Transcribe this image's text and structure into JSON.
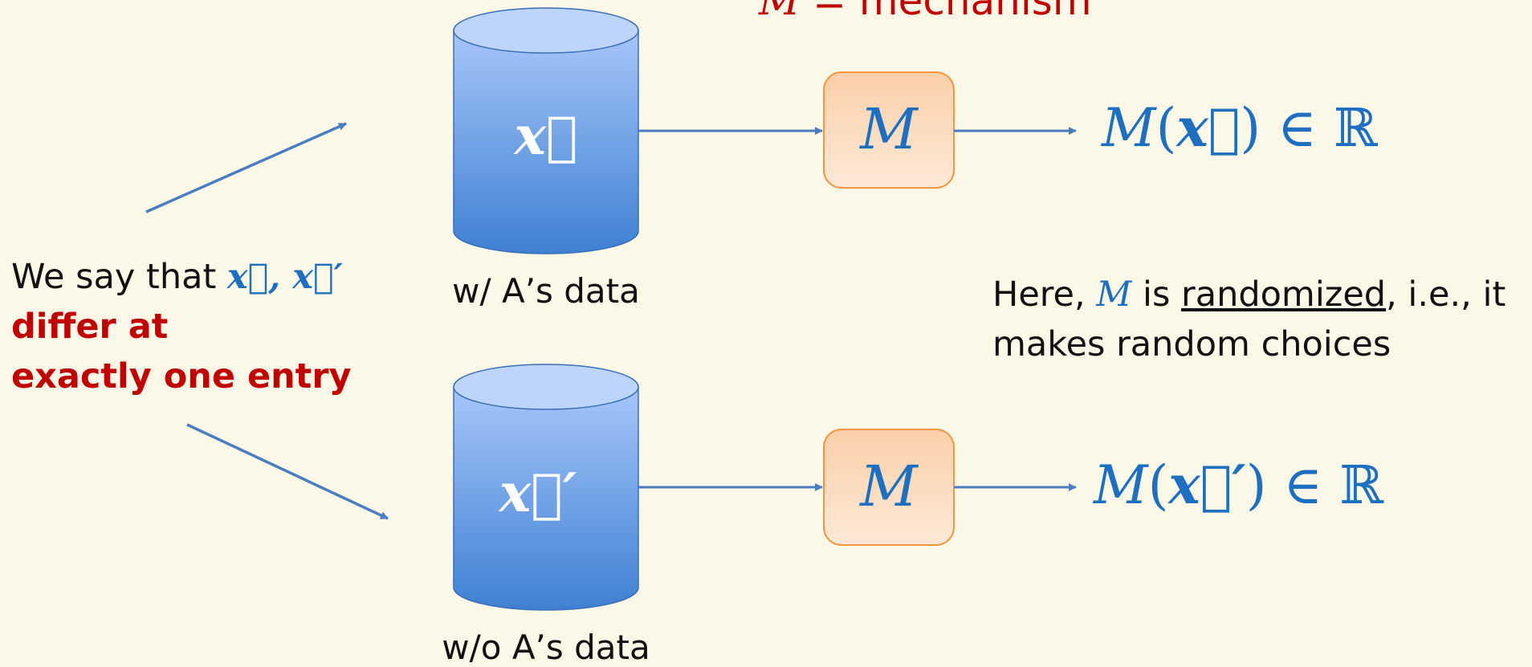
{
  "title": {
    "symbol": "M",
    "text": "= mechanism"
  },
  "databases": [
    {
      "variable": "x⃗",
      "label": "w/ A’s data"
    },
    {
      "variable": "x⃗′",
      "label": "w/o A’s data"
    }
  ],
  "mechanism": {
    "label": "M"
  },
  "outputs": [
    {
      "func": "M",
      "open": "(",
      "arg": "x⃗",
      "close": ")",
      "rest": " ∈ ℝ"
    },
    {
      "func": "M",
      "open": "(",
      "arg": "x⃗′",
      "close": ")",
      "rest": " ∈ ℝ"
    }
  ],
  "left_statement": {
    "prefix": "We say that ",
    "vars": "x⃗, x⃗′",
    "line2": "differ at",
    "line3": "exactly one entry"
  },
  "note": {
    "prefix": "Here, ",
    "symbol": "M",
    "middle": " is ",
    "underlined": "randomized",
    "suffix": ", i.e., it",
    "line2": "makes random choices"
  },
  "colors": {
    "background": "#fcf8e8",
    "accent_red": "#c00000",
    "math_blue": "#1f6fc0",
    "arrow": "#4a7ec0",
    "db_top": "#b7d1fa",
    "db_bottom": "#3f80d2",
    "mech_fill_top": "#fbd6b4",
    "mech_fill_bottom": "#fde8d6",
    "mech_stroke": "#f59640"
  }
}
